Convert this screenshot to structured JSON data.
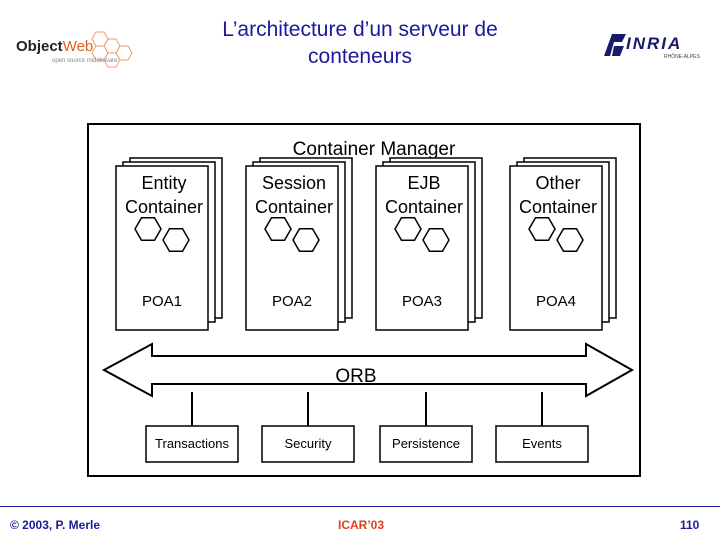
{
  "title": {
    "line1": "L’architecture d’un serveur de",
    "line2": "conteneurs"
  },
  "logos": {
    "left": {
      "text_a": "Object",
      "text_b": "Web",
      "tagline": "open source middleware"
    },
    "right": {
      "text": "INRIA",
      "tagline": "RHÔNE-ALPES"
    }
  },
  "diagram": {
    "container_manager": "Container Manager",
    "containers": [
      {
        "line1": "Entity",
        "line2": "Container",
        "poa": "POA1"
      },
      {
        "line1": "Session",
        "line2": "Container",
        "poa": "POA2"
      },
      {
        "line1": "EJB",
        "line2": "Container",
        "poa": "POA3"
      },
      {
        "line1": "Other",
        "line2": "Container",
        "poa": "POA4"
      }
    ],
    "orb": "ORB",
    "services": [
      "Transactions",
      "Security",
      "Persistence",
      "Events"
    ]
  },
  "footer": {
    "copyright": "© 2003, P. Merle",
    "center": "ICAR’03",
    "page": "110"
  }
}
